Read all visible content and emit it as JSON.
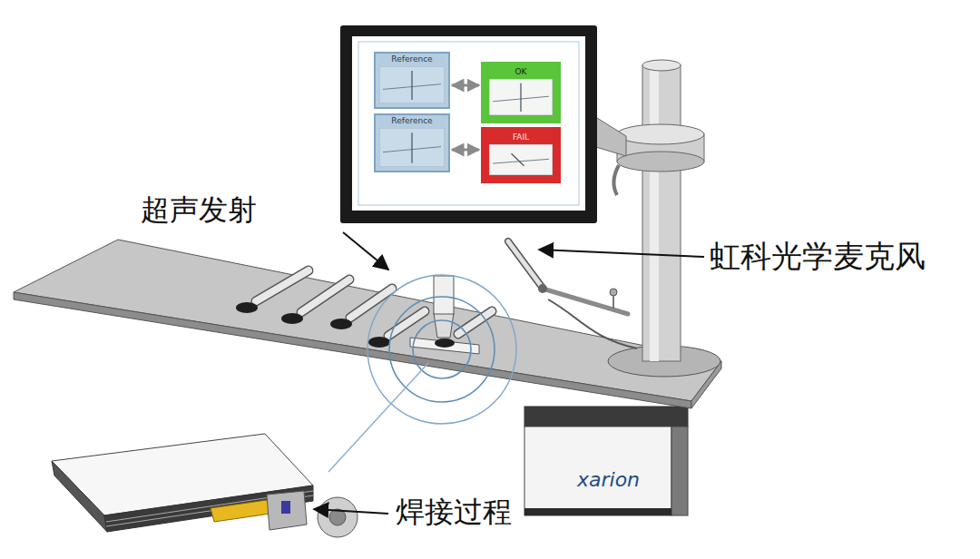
{
  "diagram": {
    "nodes": [
      {
        "text": [
          "Reference"
        ]
      },
      {
        "text": [
          "OK"
        ]
      },
      {
        "text": [
          "Reference"
        ]
      },
      {
        "text": [
          "FAIL"
        ]
      }
    ],
    "edges": [
      {
        "from": 0,
        "to": 1,
        "arrow": "both"
      },
      {
        "from": 2,
        "to": 3,
        "arrow": "both"
      }
    ],
    "labels": [
      "超声发射",
      "虹科光学麦克风",
      "焊接过程",
      "xarion"
    ]
  }
}
